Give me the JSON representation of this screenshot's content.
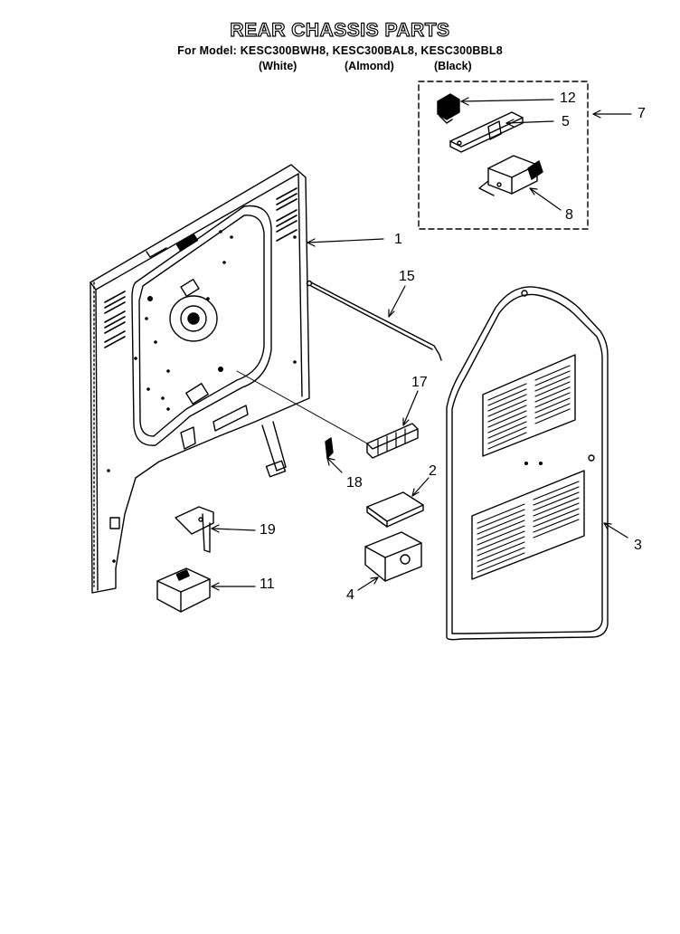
{
  "header": {
    "title": "REAR CHASSIS PARTS",
    "models_line": "For Model: KESC300BWH8, KESC300BAL8, KESC300BBL8",
    "variants": [
      "(White)",
      "(Almond)",
      "(Black)"
    ]
  },
  "callouts": [
    "12",
    "5",
    "7",
    "8",
    "1",
    "15",
    "17",
    "2",
    "18",
    "19",
    "3",
    "11",
    "4"
  ]
}
